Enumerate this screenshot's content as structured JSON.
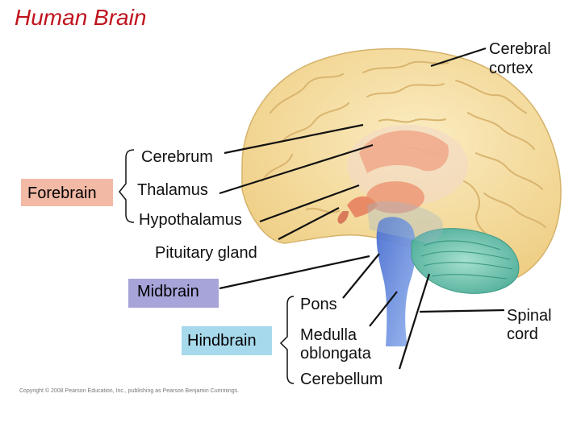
{
  "title": "Human  Brain",
  "labels": {
    "cerebral_cortex_l1": "Cerebral",
    "cerebral_cortex_l2": "cortex",
    "cerebrum": "Cerebrum",
    "thalamus": "Thalamus",
    "hypothalamus": "Hypothalamus",
    "pituitary": "Pituitary gland",
    "pons": "Pons",
    "medulla_l1": "Medulla",
    "medulla_l2": "oblongata",
    "cerebellum": "Cerebellum",
    "spinal_l1": "Spinal",
    "spinal_l2": "cord"
  },
  "groups": {
    "forebrain": "Forebrain",
    "midbrain": "Midbrain",
    "hindbrain": "Hindbrain"
  },
  "copyright": "Copyright © 2008 Pearson Education, Inc., publishing as Pearson Benjamin Cummings.",
  "colors": {
    "title": "#c0141e",
    "forebrain": "#f2b9a5",
    "midbrain": "#a7a4d9",
    "hindbrain": "#a7d9ec",
    "cortex": "#f8e2a8",
    "cerebellum": "#7cc8b6",
    "brainstem": "#5a7fd6"
  }
}
